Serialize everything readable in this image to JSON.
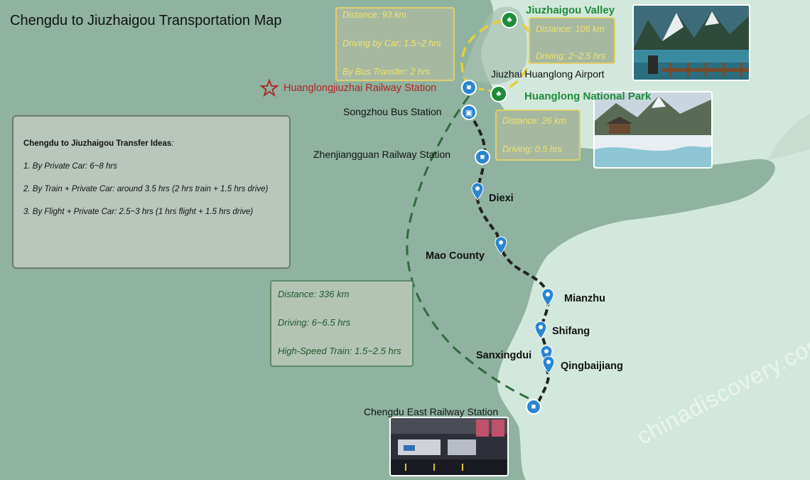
{
  "title": "Chengdu to Jiuzhaigou Transportation Map",
  "info": {
    "heading": "Chengdu to Jiuzhaigou Transfer Ideas",
    "heading_suffix": ":",
    "options": [
      "1. By Private Car: 6~8 hrs",
      "2. By Train + Private Car: around 3.5 hrs (2 hrs train + 1.5 hrs drive)",
      "3. By Flight + Private Car:  2.5~3 hrs (1 hrs flight + 1.5 hrs drive)"
    ]
  },
  "boxes": {
    "huanglong_jiuzhai_rail": [
      "Distance: 93 km",
      "Driving by Car: 1.5~2 hrs",
      "By Bus Transfer: 2 hrs"
    ],
    "airport_valley": [
      "Distance: 106 km",
      "Driving: 2~2.5 hrs"
    ],
    "huanglong": [
      "Distance: 26 km",
      "Driving: 0.5 hrs"
    ],
    "chengdu_route": [
      "Distance: 336 km",
      "Driving: 6~6.5 hrs",
      "High-Speed Train: 1.5~2.5 hrs"
    ]
  },
  "places": {
    "jiuzhaigou_valley": "Jiuzhaigou Valley",
    "airport": "Jiuzhai Huanglong Airport",
    "huanglong_park": "Huanglong National Park",
    "railway_station": "Huanglongjiuzhai Railway Station",
    "songzhou_bus": "Songzhou Bus Station",
    "zhenjiangguan": "Zhenjiangguan Railway Station",
    "diexi": "Diexi",
    "mao_county": "Mao County",
    "mianzhu": "Mianzhu",
    "shifang": "Shifang",
    "sanxingdui": "Sanxingdui",
    "qingbaijiang": "Qingbaijiang",
    "chengdu_east": "Chengdu East Railway Station"
  },
  "watermark": "chinadiscovery.com",
  "colors": {
    "land": "#8fb3a0",
    "plain": "#d3e8dc",
    "drive_route": "#222222",
    "train_route": "#2f6b3c",
    "bus_route": "#e6cf3a",
    "pin": "#2a86d1",
    "park": "#1e8b3a"
  },
  "icons": {
    "station": "train-icon",
    "bus": "bus-icon",
    "park": "tree-icon",
    "railway_star": "star-icon",
    "location": "map-pin-icon"
  }
}
